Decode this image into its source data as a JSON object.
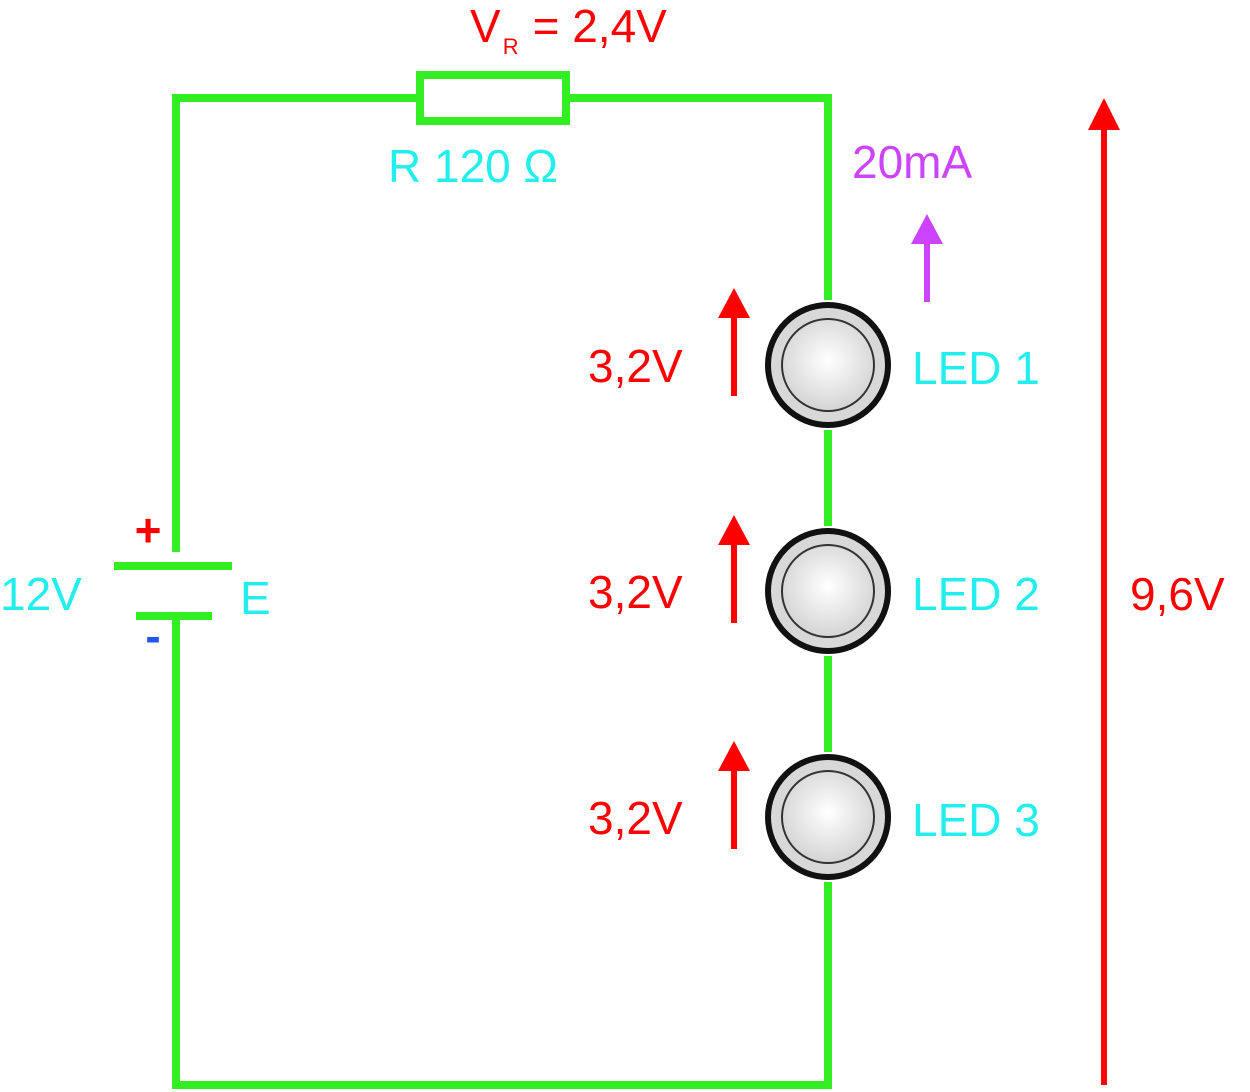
{
  "colors": {
    "wire": "#33ee22",
    "voltage": "#ff0000",
    "label": "#22eeee",
    "current": "#cc44ff",
    "minus": "#2255ee",
    "led_ring": "#111111",
    "led_fill": "#dddddd"
  },
  "resistor": {
    "voltage_prefix": "V",
    "voltage_subscript": "R",
    "voltage_value": "= 2,4V",
    "label": "R 120 Ω"
  },
  "current": {
    "label": "20mA"
  },
  "battery": {
    "voltage": "12V",
    "name": "E",
    "plus": "+",
    "minus": "-"
  },
  "leds": [
    {
      "name": "LED 1",
      "voltage": "3,2V"
    },
    {
      "name": "LED 2",
      "voltage": "3,2V"
    },
    {
      "name": "LED 3",
      "voltage": "3,2V"
    }
  ],
  "total_led_voltage": "9,6V"
}
